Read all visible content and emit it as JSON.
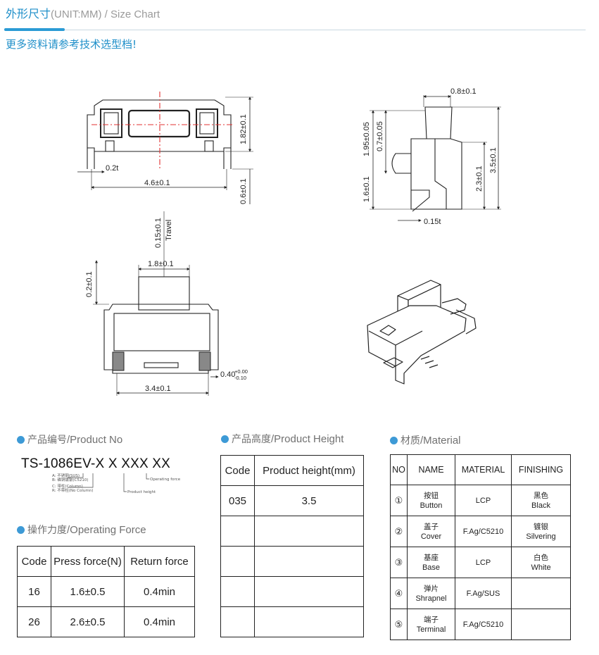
{
  "header": {
    "title_cn": "外形尺寸",
    "title_en": "(UNIT:MM) / Size Chart",
    "subnote": "更多资料请参考技术选型档!"
  },
  "drawings": {
    "top_view": {
      "height": "1.82±0.1",
      "thickness": "0.2t",
      "width": "4.6±0.1",
      "pin": "0.6±0.1"
    },
    "side_view": {
      "actuator_width": "0.8±0.1",
      "h1": "1.95±0.05",
      "h2": "0.7±0.05",
      "h3": "1.6±0.1",
      "h4": "2.3±0.1",
      "h5": "3.5±0.1",
      "terminal": "0.15t"
    },
    "front_view": {
      "travel": "0.15±0.1",
      "travel_label": "Travel",
      "actuator": "1.8±0.1",
      "gap": "0.2±0.1",
      "base": "3.4±0.1",
      "pad": "0.40",
      "pad_tol_upper": "+0.00",
      "pad_tol_lower": "-0.10"
    }
  },
  "product_no": {
    "title_cn": "产品编号",
    "title_en": "/Product No",
    "code": "TS-1086EV-X X XXX XX",
    "note_a": "A: 不锈钢(SUS)",
    "note_b": "B: 磷铜镀银(C5210)",
    "note_c": "C: 带柱(Column)",
    "note_r": "R: 不带柱(No Column)",
    "note_force": "Operating force",
    "note_height": "Product height"
  },
  "operating_force": {
    "title_cn": "操作力度",
    "title_en": "/Operating Force",
    "headers": [
      "Code",
      "Press force(N)",
      "Return force"
    ],
    "rows": [
      [
        "16",
        "1.6±0.5",
        "0.4min"
      ],
      [
        "26",
        "2.6±0.5",
        "0.4min"
      ]
    ]
  },
  "product_height": {
    "title_cn": "产品高度",
    "title_en": "/Product Height",
    "headers": [
      "Code",
      "Product height(mm)"
    ],
    "rows": [
      [
        "035",
        "3.5"
      ],
      [
        "",
        ""
      ],
      [
        "",
        ""
      ],
      [
        "",
        ""
      ],
      [
        "",
        ""
      ]
    ]
  },
  "material": {
    "title_cn": "材质",
    "title_en": "/Material",
    "headers": [
      "NO",
      "NAME",
      "MATERIAL",
      "FINISHING"
    ],
    "rows": [
      {
        "no": "①",
        "name_cn": "按钮",
        "name_en": "Button",
        "material": "LCP",
        "fin_cn": "黑色",
        "fin_en": "Black"
      },
      {
        "no": "②",
        "name_cn": "盖子",
        "name_en": "Cover",
        "material": "F.Ag/C5210",
        "fin_cn": "镀银",
        "fin_en": "Silvering"
      },
      {
        "no": "③",
        "name_cn": "基座",
        "name_en": "Base",
        "material": "LCP",
        "fin_cn": "白色",
        "fin_en": "White"
      },
      {
        "no": "④",
        "name_cn": "弹片",
        "name_en": "Shrapnel",
        "material": "F.Ag/SUS",
        "fin_cn": "",
        "fin_en": ""
      },
      {
        "no": "⑤",
        "name_cn": "端子",
        "name_en": "Terminal",
        "material": "F.Ag/C5210",
        "fin_cn": "",
        "fin_en": ""
      }
    ]
  },
  "colors": {
    "accent": "#1f8fc9",
    "dot": "#3d9ad6",
    "muted": "#707070",
    "centerline": "#e03030"
  }
}
